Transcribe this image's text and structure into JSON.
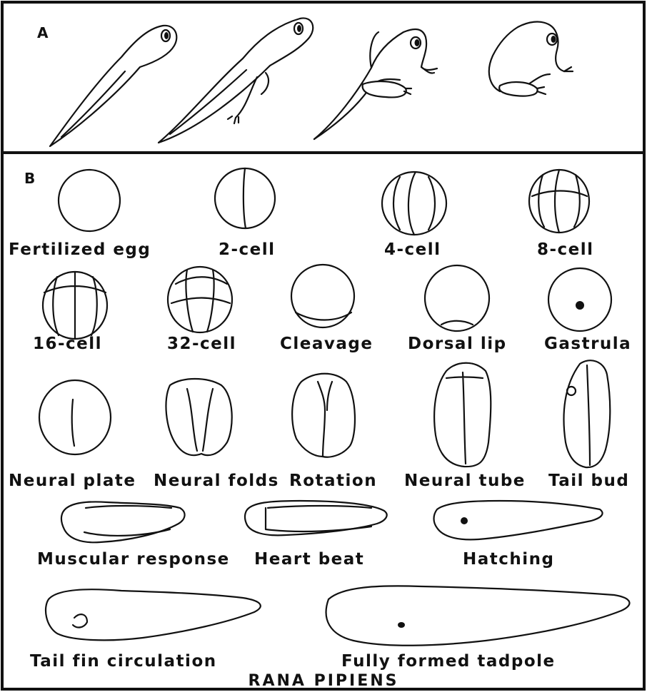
{
  "panel_a": {
    "letter": "A"
  },
  "panel_b": {
    "letter": "B",
    "stages": [
      "Fertilized egg",
      "2-cell",
      "4-cell",
      "8-cell",
      "16-cell",
      "32-cell",
      "Cleavage",
      "Dorsal lip",
      "Gastrula",
      "Neural plate",
      "Neural folds",
      "Rotation",
      "Neural tube",
      "Tail bud",
      "Muscular response",
      "Heart beat",
      "Hatching",
      "Tail fin circulation",
      "Fully formed tadpole"
    ]
  },
  "title": "RANA PIPIENS"
}
